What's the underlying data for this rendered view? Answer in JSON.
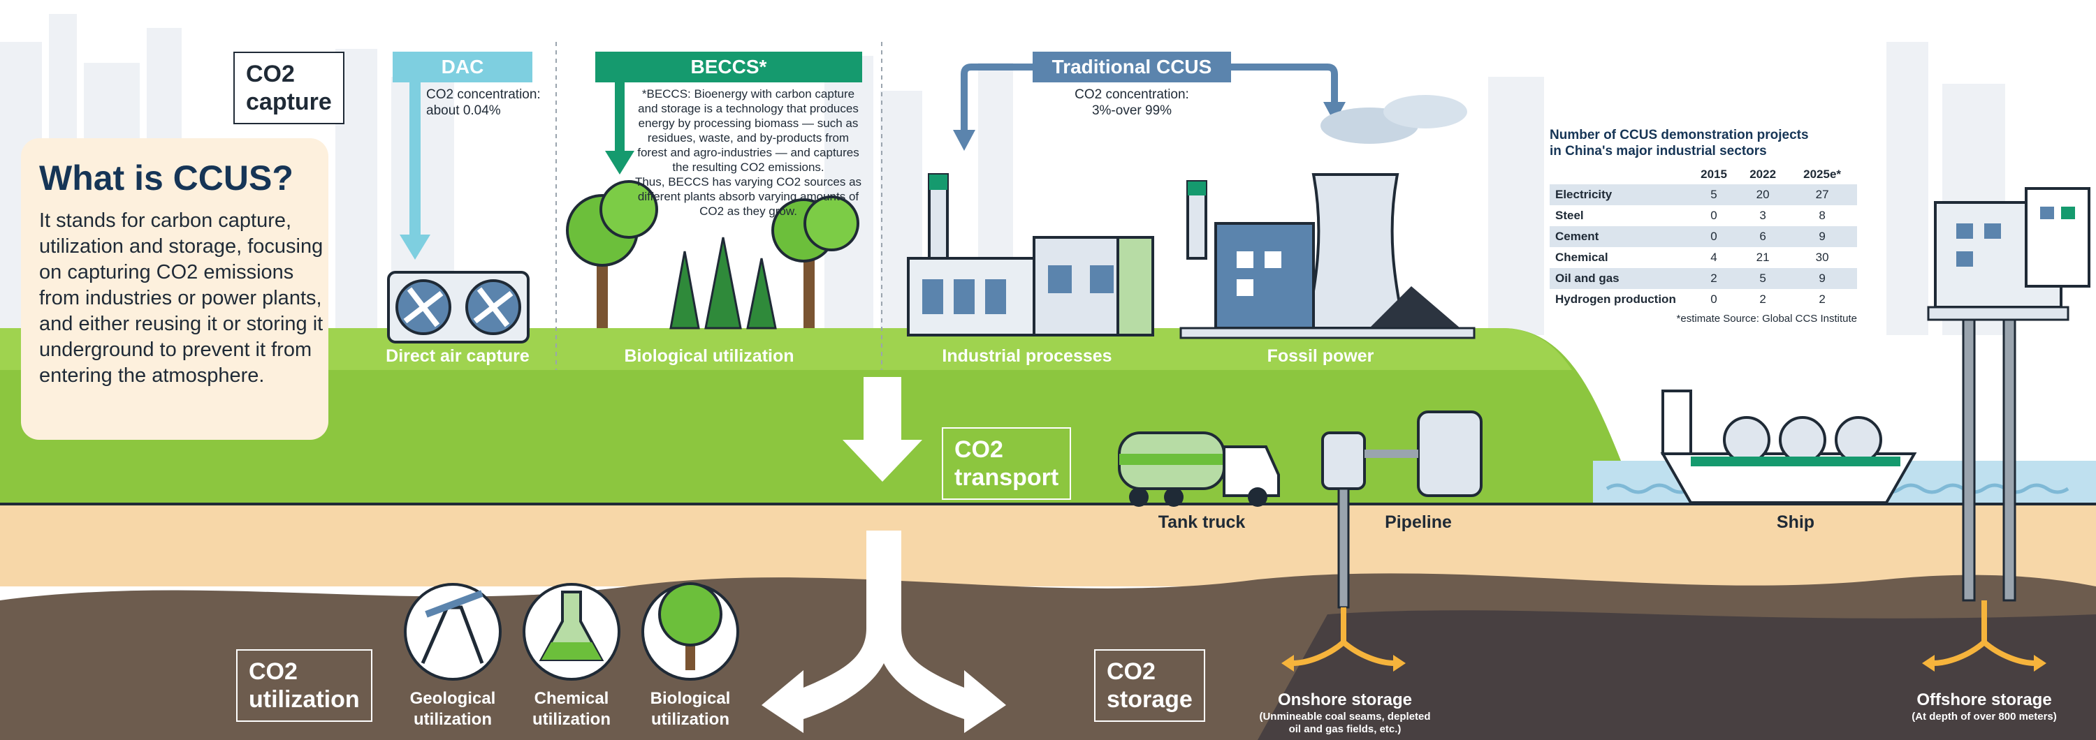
{
  "colors": {
    "green": "#8cc63f",
    "soil": "#f7d7a8",
    "underground": "#6d5c4e",
    "dac_blue": "#7ecfe0",
    "beccs_green": "#159a6e",
    "ccus_blue": "#5b84ad",
    "title_blue": "#163556",
    "intro_bg": "#fdf0dd",
    "water": "#bfe0ef",
    "orange_arrow": "#f6b43c"
  },
  "capture_label": "CO2\ncapture",
  "intro": {
    "title": "What is CCUS?",
    "body": "It stands for carbon capture, utilization and storage, focusing on capturing CO2 emissions from industries or power plants, and either reusing it or storing it underground to prevent it from entering the atmosphere."
  },
  "dac": {
    "banner": "DAC",
    "note": "CO2 concentration:\nabout 0.04%"
  },
  "beccs": {
    "banner": "BECCS*",
    "note": "*BECCS: Bioenergy with carbon capture and storage is a technology that produces energy by processing biomass — such as residues, waste, and by-products from forest and agro-industries — and captures the resulting CO2 emissions.\nThus, BECCS has varying CO2 sources as different plants absorb varying amounts of CO2 as they grow."
  },
  "traditional": {
    "banner": "Traditional CCUS",
    "note": "CO2 concentration:\n3%-over 99%"
  },
  "sources": {
    "direct_air": "Direct air capture",
    "biological": "Biological utilization",
    "industrial": "Industrial processes",
    "fossil": "Fossil power"
  },
  "transport": {
    "label": "CO2\ntransport",
    "tank_truck": "Tank truck",
    "pipeline": "Pipeline",
    "ship": "Ship"
  },
  "utilization": {
    "label": "CO2\nutilization",
    "geological": "Geological\nutilization",
    "chemical": "Chemical\nutilization",
    "biological": "Biological\nutilization"
  },
  "storage": {
    "label": "CO2\nstorage",
    "onshore_title": "Onshore storage",
    "onshore_note": "(Unmineable coal seams, depleted\noil and gas fields, etc.)",
    "offshore_title": "Offshore storage",
    "offshore_note": "(At depth of over 800 meters)"
  },
  "table": {
    "title": "Number of CCUS demonstration projects\nin China's major industrial sectors",
    "columns": [
      "",
      "2015",
      "2022",
      "2025e*"
    ],
    "rows": [
      [
        "Electricity",
        "5",
        "20",
        "27"
      ],
      [
        "Steel",
        "0",
        "3",
        "8"
      ],
      [
        "Cement",
        "0",
        "6",
        "9"
      ],
      [
        "Chemical",
        "4",
        "21",
        "30"
      ],
      [
        "Oil and gas",
        "2",
        "5",
        "9"
      ],
      [
        "Hydrogen production",
        "0",
        "2",
        "2"
      ]
    ],
    "note": "*estimate    Source: Global CCS Institute"
  }
}
